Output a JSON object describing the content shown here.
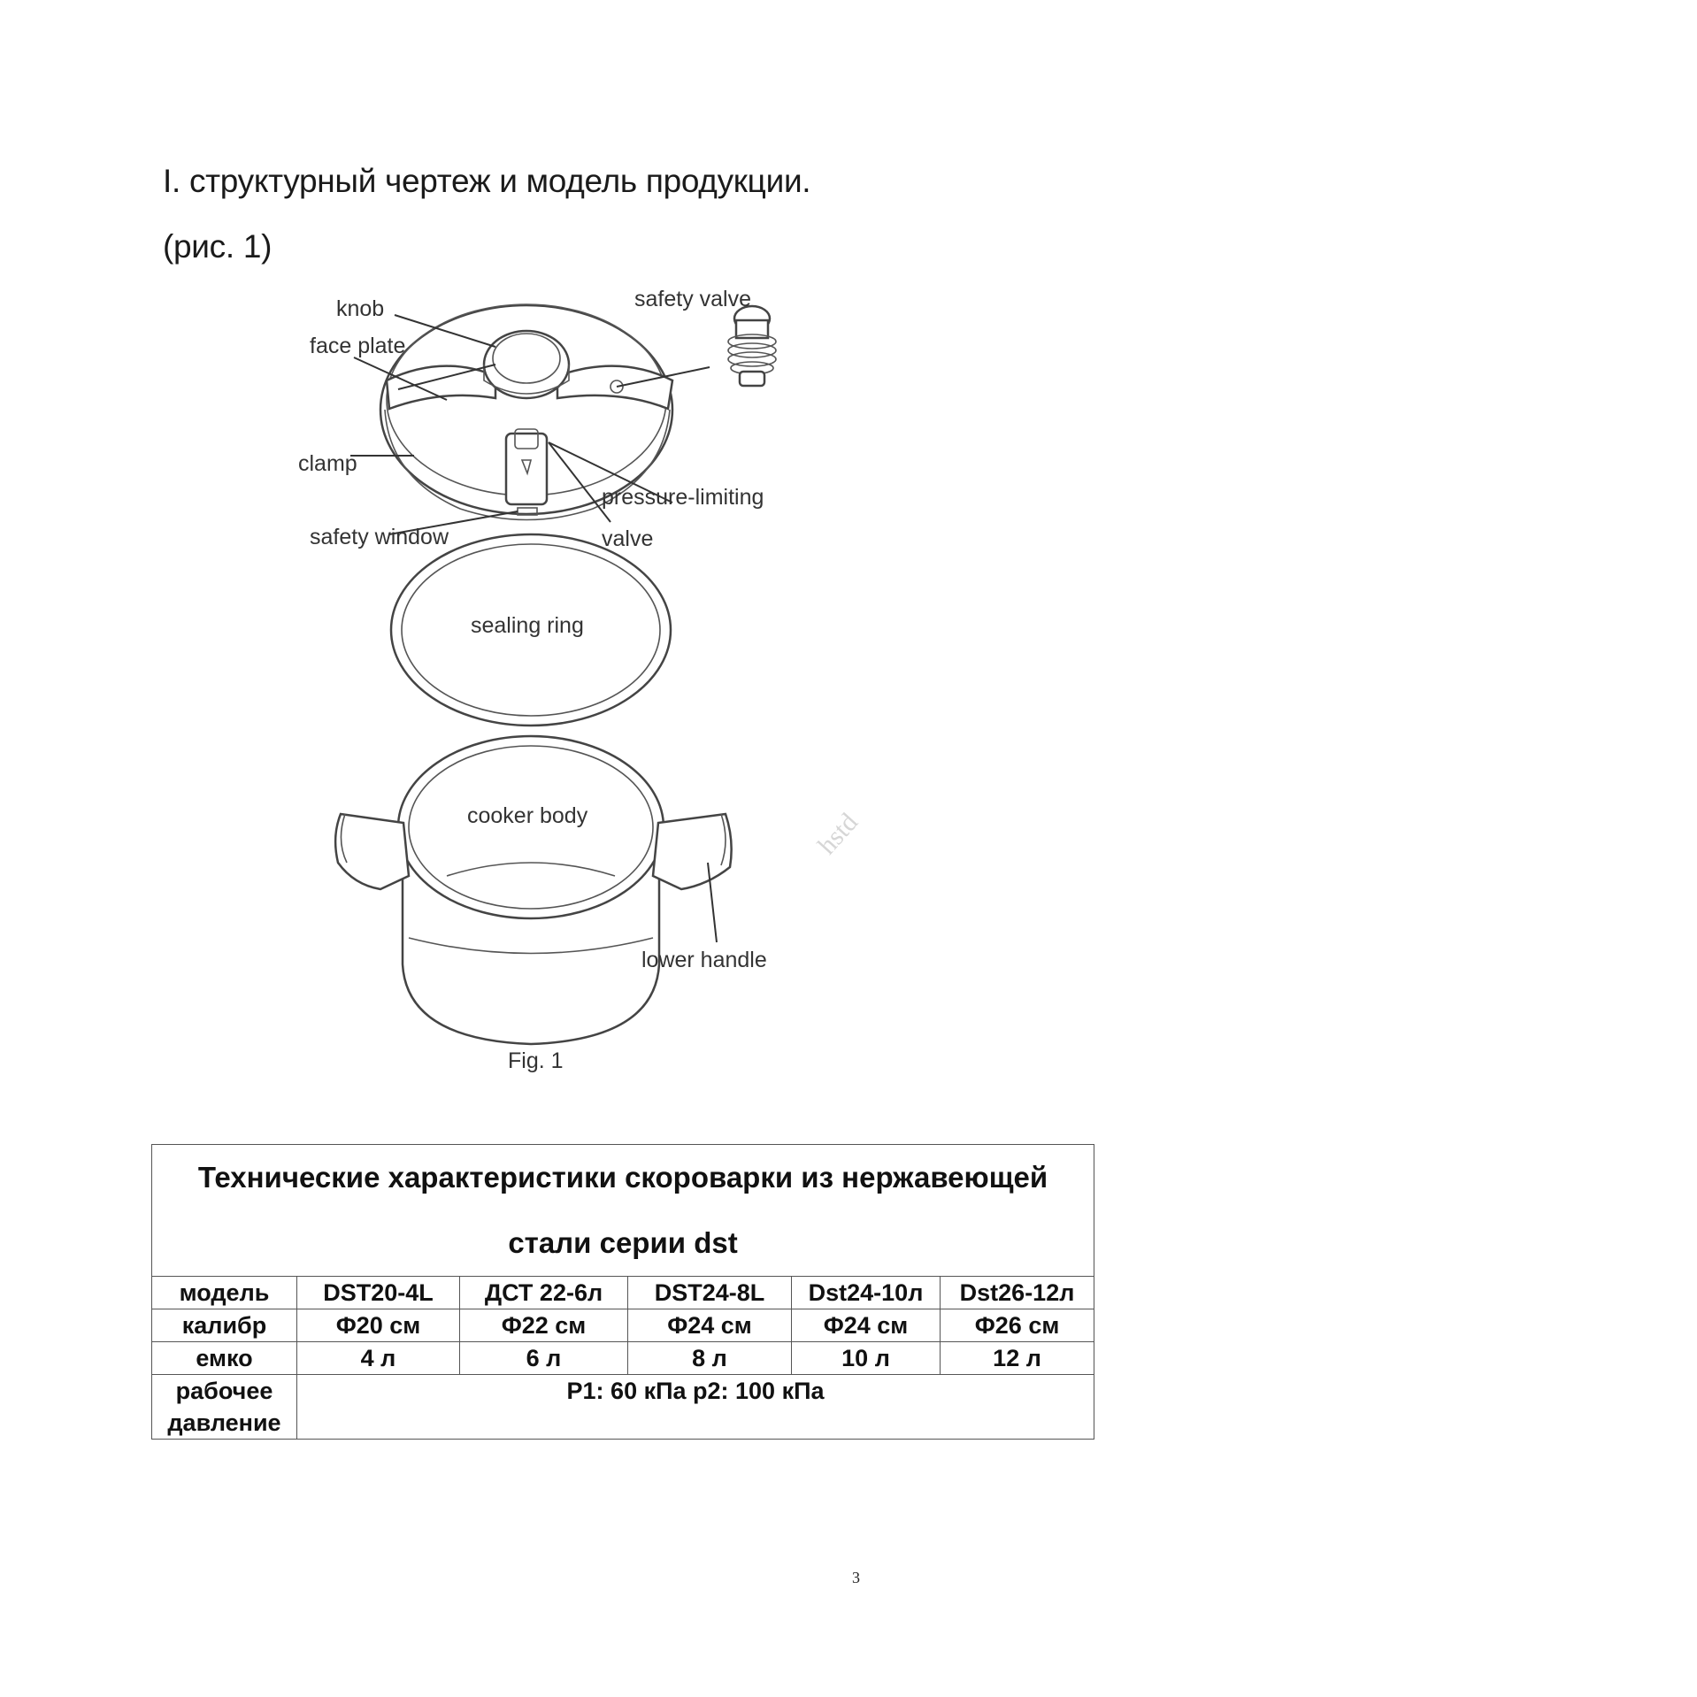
{
  "headings": {
    "section_title": "I. структурный чертеж и модель продукции.",
    "figure_ref": "(рис. 1)"
  },
  "figure": {
    "labels": {
      "knob": "knob",
      "face_plate": "face plate",
      "safety_valve": "safety valve",
      "clamp": "clamp",
      "pressure_limiting": "pressure-limiting",
      "safety_window": "safety window",
      "valve": "valve",
      "sealing_ring": "sealing ring",
      "cooker_body": "cooker body",
      "lower_handle": "lower handle"
    },
    "caption": "Fig. 1",
    "watermark": "hstd"
  },
  "spec_table": {
    "title_line1": "Технические характеристики скороварки из нержавеющей",
    "title_line2": "стали серии dst",
    "rows": [
      {
        "label": "модель",
        "values": [
          "DST20-4L",
          "ДСТ 22-6л",
          "DST24-8L",
          "Dst24-10л",
          "Dst26-12л"
        ]
      },
      {
        "label": "калибр",
        "values": [
          "Ф20 см",
          "Ф22 см",
          "Ф24 см",
          "Ф24 см",
          "Ф26 см"
        ]
      },
      {
        "label": "емко",
        "values": [
          "4 л",
          "6 л",
          "8 л",
          "10 л",
          "12 л"
        ]
      }
    ],
    "pressure_label_line1": "рабочее",
    "pressure_label_line2": "давление",
    "pressure_value": "P1: 60 кПа p2: 100 кПа"
  },
  "page_number": "3"
}
